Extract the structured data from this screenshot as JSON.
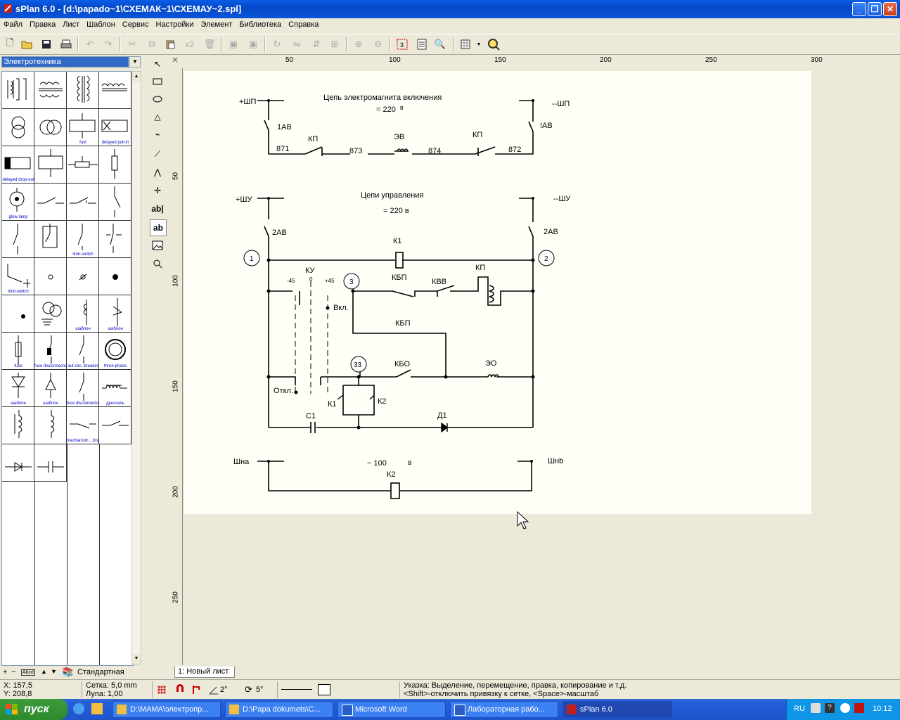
{
  "window": {
    "title": "sPlan 6.0 - [d:\\papado~1\\СХЕМАК~1\\СХЕМАУ~2.spl]",
    "min": "_",
    "max": "❐",
    "close": "✕"
  },
  "menu": [
    "Файл",
    "Правка",
    "Лист",
    "Шаблон",
    "Сервис",
    "Настройки",
    "Элемент",
    "Библиотека",
    "Справка"
  ],
  "toolbar": {
    "x2": "x2"
  },
  "library": {
    "selected": "Электротехника",
    "labels": {
      "fast": "fast",
      "delayed_pull_in": "delayed pull-in",
      "delayed_drop_out": "delayed drop-out",
      "glow_lamp": "glow lamp",
      "limit_switch_1": "limit-switch",
      "limit_switch_2": "limit-switch",
      "shablon_1": "шаблон",
      "shablon_2": "шаблон",
      "fuse": "fuse",
      "fuse_disconnector_1": "fuse disconnector",
      "aut_circ_breaker": "aut.circ.-breaker",
      "three_phase": "three-phase",
      "shablon_3": "шаблон",
      "shablon_4": "шаблон",
      "fuse_disconnector_2": "fuse disconnector",
      "drossel": "дроссель",
      "mechanism": "mechanism ...ting"
    },
    "footer": {
      "abcd": "Abcd",
      "set": "Стандартная"
    }
  },
  "rulers": {
    "h": [
      "50",
      "100",
      "150",
      "200",
      "250",
      "300"
    ],
    "v": [
      "50",
      "100",
      "150",
      "200",
      "250"
    ]
  },
  "schematic": {
    "title1": "Цепь электромагнита включения",
    "voltage1": "= 220",
    "unit1": "в",
    "plus_shp": "+ШП",
    "minus_shp": "--ШП",
    "ab1": "1АВ",
    "ab1r": "!АВ",
    "n871": "871",
    "n873": "873",
    "n874": "874",
    "n872": "872",
    "kp_a": "КП",
    "ev": "ЭВ",
    "kp_b": "КП",
    "title2": "Цепи управления",
    "voltage2": "= 220 в",
    "plus_shu": "+ШУ",
    "minus_shu": "--ШУ",
    "ab2": "2АВ",
    "ab2r": "2АВ",
    "k1": "К1",
    "node1": "1",
    "node2": "2",
    "node3": "3",
    "node33": "33",
    "ku": "КУ",
    "m45": "-45",
    "zero": "0",
    "p45": "+45",
    "vkl": "Вкл.",
    "otkl": "Откл.",
    "kbp1": "КБП",
    "kvv": "КВВ",
    "kp_coil": "КП",
    "kbp2": "КБП",
    "kbo": "КБО",
    "eo": "ЭО",
    "k1b": "К1",
    "k2b": "К2",
    "c1": "С1",
    "d1": "Д1",
    "shna": "Шна",
    "shnb": "Шнb",
    "ac100": "~ 100",
    "unit100": "в",
    "k2coil": "К2"
  },
  "sheet_tab": "1: Новый лист",
  "status": {
    "x": "X: 157,5",
    "y": "Y: 208,8",
    "grid": "Сетка:  5,0 mm",
    "zoom": "Лупа:   1,00",
    "angle1": "2°",
    "angle2": "5°",
    "hint1": "Указка: Выделение, перемещение, правка, копирование и т.д.",
    "hint2": "<Shift>-отключить привязку к сетке, <Space>-масштаб"
  },
  "taskbar": {
    "start": "пуск",
    "tasks": [
      "D:\\МАМА\\электропр...",
      "D:\\Papa dokumets\\С...",
      "Microsoft Word",
      "Лабораторная рабо...",
      "sPlan 6.0"
    ],
    "lang": "RU",
    "clock": "10:12"
  },
  "colors": {
    "accent": "#316ac5",
    "label_blue": "#0000c8",
    "sheet": "#fffff7"
  }
}
